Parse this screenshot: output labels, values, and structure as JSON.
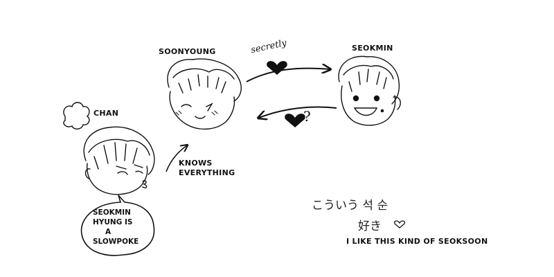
{
  "characters": {
    "soonyoung": "SOONYOUNG",
    "seokmin": "SEOKMIN",
    "chan": "CHAN"
  },
  "arrow_labels": {
    "secretly": "secretly",
    "question": "?",
    "knows_line1": "KNOWS",
    "knows_line2": "EVERYTHING"
  },
  "speech_bubble": {
    "line1": "SEOKMIN",
    "line2": "HYUNG IS",
    "line3": "A",
    "line4": "SLOWPOKE"
  },
  "handwritten_japanese": {
    "line1": "こういう 석 순",
    "line2": "好き"
  },
  "caption": "I LIKE THIS KIND OF SEOKSOON",
  "colors": {
    "ink": "#111111",
    "background": "#ffffff"
  }
}
